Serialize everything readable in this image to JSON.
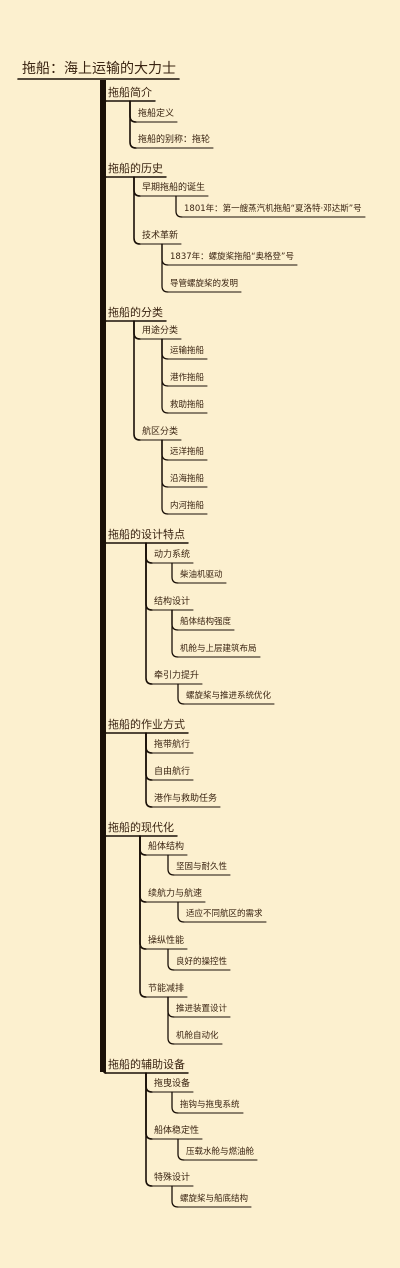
{
  "root": "拖船：海上运输的大力士",
  "branches": [
    {
      "label": "拖船简介",
      "children": [
        {
          "label": "拖船定义",
          "children": []
        },
        {
          "label": "拖船的别称：拖轮",
          "children": []
        }
      ]
    },
    {
      "label": "拖船的历史",
      "children": [
        {
          "label": "早期拖船的诞生",
          "children": [
            "1801年：第一艘蒸汽机拖船“夏洛特·邓达斯”号"
          ]
        },
        {
          "label": "技术革新",
          "children": [
            "1837年：螺旋桨拖船“奥格登”号",
            "导管螺旋桨的发明"
          ]
        }
      ]
    },
    {
      "label": "拖船的分类",
      "children": [
        {
          "label": "用途分类",
          "children": [
            "运输拖船",
            "港作拖船",
            "救助拖船"
          ]
        },
        {
          "label": "航区分类",
          "children": [
            "远洋拖船",
            "沿海拖船",
            "内河拖船"
          ]
        }
      ]
    },
    {
      "label": "拖船的设计特点",
      "children": [
        {
          "label": "动力系统",
          "children": [
            "柴油机驱动"
          ]
        },
        {
          "label": "结构设计",
          "children": [
            "船体结构强度",
            "机舱与上层建筑布局"
          ]
        },
        {
          "label": "牵引力提升",
          "children": [
            "螺旋桨与推进系统优化"
          ]
        }
      ]
    },
    {
      "label": "拖船的作业方式",
      "children": [
        {
          "label": "拖带航行",
          "children": []
        },
        {
          "label": "自由航行",
          "children": []
        },
        {
          "label": "港作与救助任务",
          "children": []
        }
      ]
    },
    {
      "label": "拖船的现代化",
      "children": [
        {
          "label": "船体结构",
          "children": [
            "坚固与耐久性"
          ]
        },
        {
          "label": "续航力与航速",
          "children": [
            "适应不同航区的需求"
          ]
        },
        {
          "label": "操纵性能",
          "children": [
            "良好的操控性"
          ]
        },
        {
          "label": "节能减排",
          "children": [
            "推进装置设计",
            "机舱自动化"
          ]
        }
      ]
    },
    {
      "label": "拖船的辅助设备",
      "children": [
        {
          "label": "拖曳设备",
          "children": [
            "拖钩与拖曳系统"
          ]
        },
        {
          "label": "船体稳定性",
          "children": [
            "压载水舱与燃油舱"
          ]
        },
        {
          "label": "特殊设计",
          "children": [
            "螺旋桨与船底结构"
          ]
        }
      ]
    }
  ],
  "colors": {
    "background": "#fcf0cf",
    "line": "#1a1008",
    "text": "#3a2412"
  }
}
